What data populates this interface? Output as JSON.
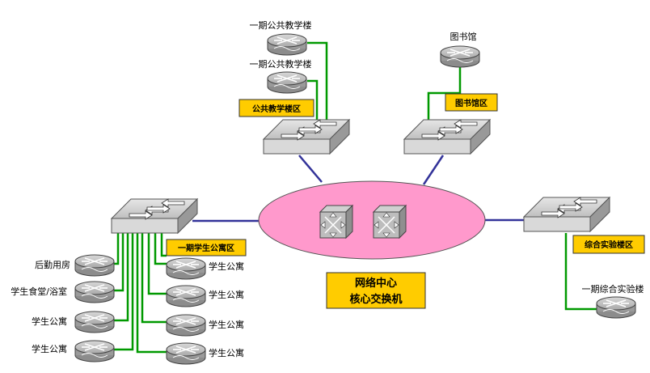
{
  "nodes": {
    "teaching_building_1": "一期公共教学楼",
    "teaching_building_2": "一期公共教学楼",
    "library": "图书馆",
    "logistics_housing": "后勤用房",
    "canteen_bath": "学生食堂/浴室",
    "dorm_left_1": "学生公寓",
    "dorm_left_2": "学生公寓",
    "dorm_right_1": "学生公寓",
    "dorm_right_2": "学生公寓",
    "dorm_right_3": "学生公寓",
    "dorm_right_4": "学生公寓",
    "lab_building": "一期综合实验楼"
  },
  "zones": {
    "public_teaching": "公共教学楼区",
    "library": "图书馆区",
    "dorm": "一期学生公寓区",
    "lab": "综合实验楼区"
  },
  "core": {
    "line1": "网络中心",
    "line2": "核心交换机"
  },
  "colors": {
    "ellipse": "#ff99cc",
    "tag_bg": "#ffcc00",
    "access_link": "#009900",
    "trunk_link": "#333399"
  }
}
